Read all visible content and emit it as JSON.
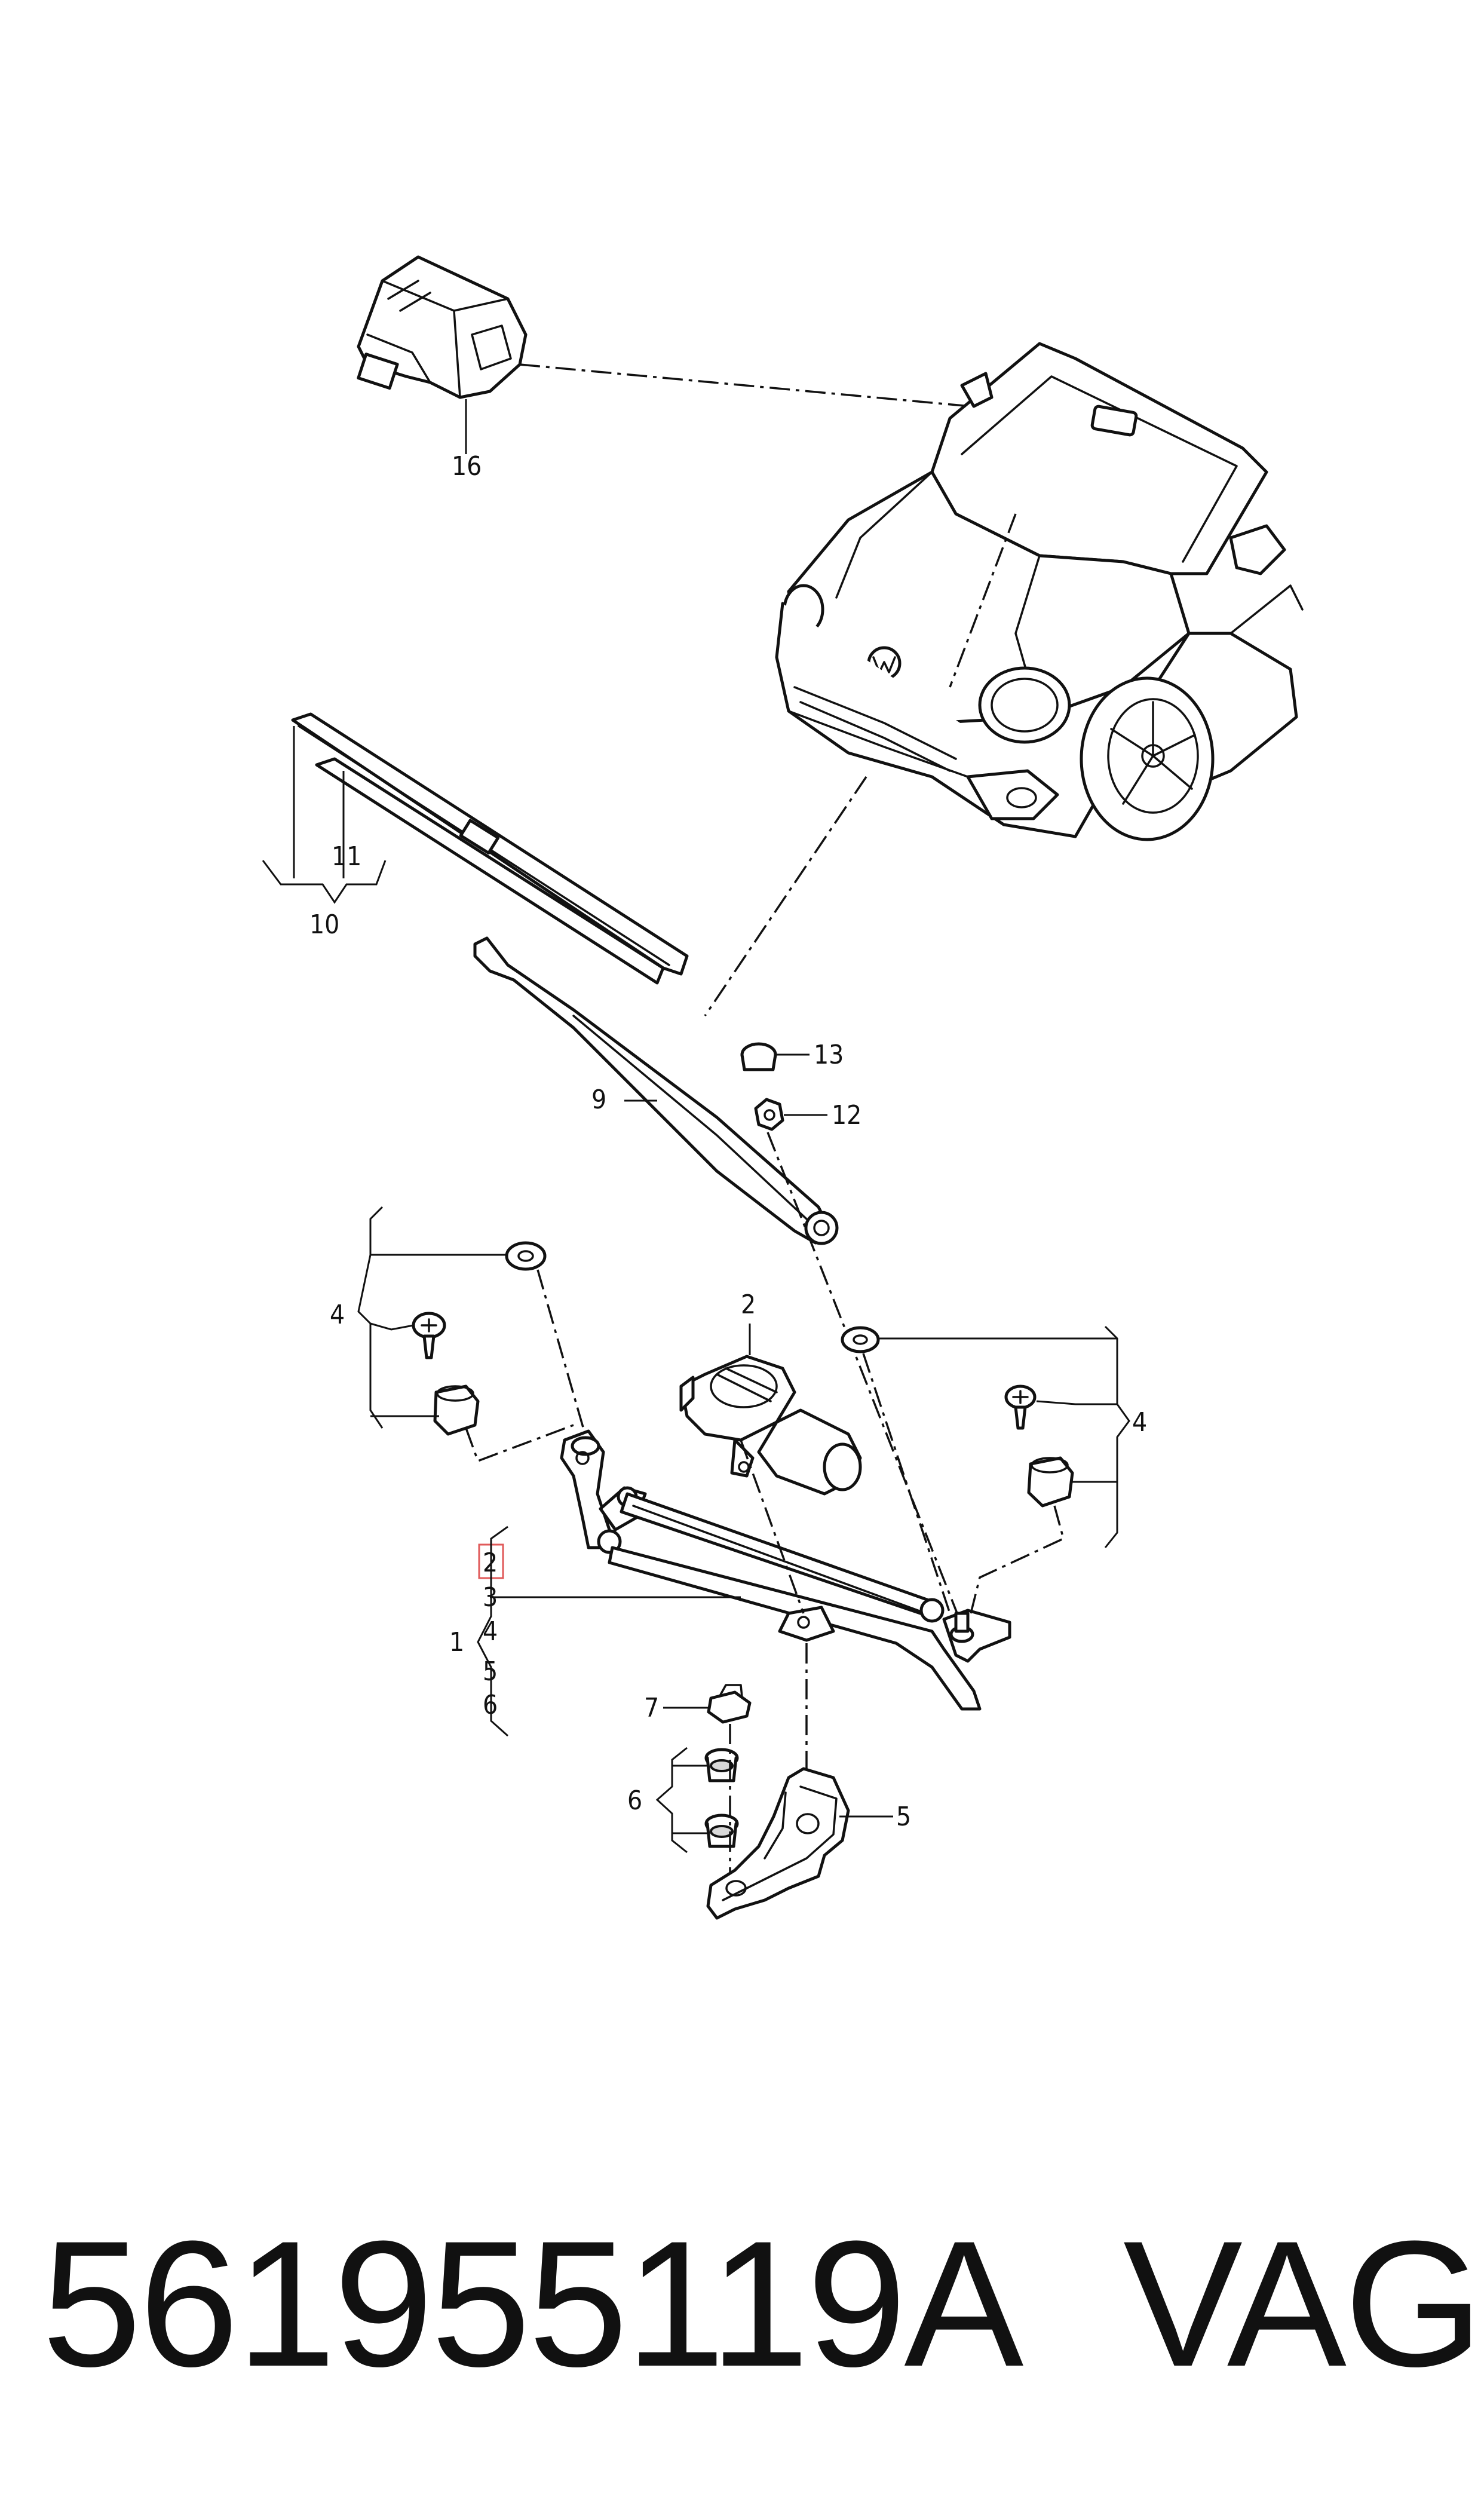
{
  "callouts": {
    "c1": "1",
    "c2": "2",
    "c2_list": "2",
    "c3": "3",
    "c4_left": "4",
    "c4_right": "4",
    "c4_list": "4",
    "c5": "5",
    "c5_list": "5",
    "c6": "6",
    "c6_list": "6",
    "c7": "7",
    "c9": "9",
    "c10": "10",
    "c11": "11",
    "c12": "12",
    "c13": "13",
    "c16": "16"
  },
  "footer": {
    "part_number": "561955119A",
    "brand": "VAG"
  },
  "colors": {
    "line": "#111111",
    "highlight": "#e05a5a",
    "background": "#ffffff"
  }
}
